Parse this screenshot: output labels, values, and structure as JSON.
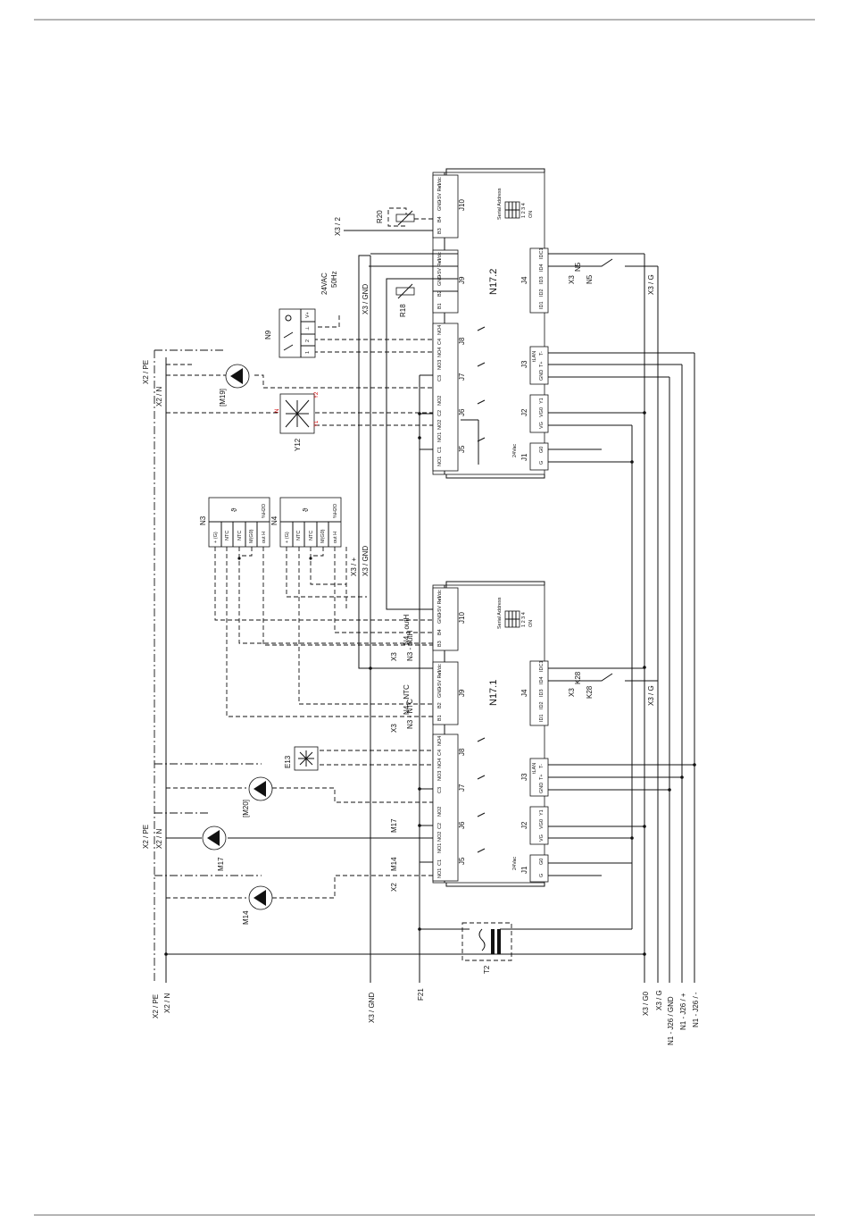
{
  "bottom_terminals": [
    "X2 / PE",
    "X2 / N",
    "X3 / GND",
    "F21",
    "X3 / G0",
    "X3 / G",
    "N1 - J26 / GND",
    "N1 - J26 / +",
    "N1 - J26 / -"
  ],
  "controllers": {
    "top": {
      "name": "N17.2",
      "j10_label": "J10",
      "j10_pins": [
        "+Vdc",
        "+5V Ref",
        "GND",
        "B4",
        "B3"
      ],
      "j9_label": "J9",
      "j9_pins": [
        "+Vdc",
        "+5V Ref",
        "GND",
        "B2",
        "B1"
      ],
      "j8_label": "J8",
      "j8_pins": [
        "NO4",
        "C4",
        "NO4"
      ],
      "j7_label": "J7",
      "j7_pins": [
        "NO3",
        "C3"
      ],
      "j6_label": "J6",
      "j6_pins": [
        "NO2",
        "C2",
        "NO2"
      ],
      "j5_label": "J5",
      "j5_pins": [
        "NO1",
        "C1",
        "NO1"
      ],
      "j4_label": "J4",
      "j4_pins": [
        "IDC1",
        "ID4",
        "ID3",
        "ID2",
        "ID1"
      ],
      "j3_label": "J3",
      "j3_pins": [
        "T-",
        "T+",
        "GND"
      ],
      "tlan": "tLAN",
      "j2_label": "J2",
      "j2_pins": [
        "Y1",
        "VG0",
        "VG"
      ],
      "j1_label": "J1",
      "j1_pins": [
        "G0",
        "G"
      ],
      "vac": "24Vac",
      "serial": "Serial Address",
      "serial_nums": "1 2 3 4",
      "on": "ON"
    },
    "bottom": {
      "name": "N17.1",
      "j10_label": "J10",
      "j10_pins": [
        "+Vdc",
        "+5V Ref",
        "GND",
        "B4",
        "B3"
      ],
      "j9_label": "J9",
      "j9_pins": [
        "+Vdc",
        "+5V Ref",
        "GND",
        "B2",
        "B1"
      ],
      "j8_label": "J8",
      "j8_pins": [
        "NO4",
        "C4",
        "NO4"
      ],
      "j7_label": "J7",
      "j7_pins": [
        "NO3",
        "C3"
      ],
      "j6_label": "J6",
      "j6_pins": [
        "NO2",
        "C2",
        "NO2"
      ],
      "j5_label": "J5",
      "j5_pins": [
        "NO1",
        "C1",
        "NO1"
      ],
      "j4_label": "J4",
      "j4_pins": [
        "IDC1",
        "ID4",
        "ID3",
        "ID2",
        "ID1"
      ],
      "j3_label": "J3",
      "j3_pins": [
        "T-",
        "T+",
        "GND"
      ],
      "tlan": "tLAN",
      "j2_label": "J2",
      "j2_pins": [
        "Y1",
        "VG0",
        "VG"
      ],
      "j1_label": "J1",
      "j1_pins": [
        "G0",
        "G"
      ],
      "vac": "24Vac",
      "serial": "Serial Address",
      "serial_nums": "1 2 3 4",
      "on": "ON"
    }
  },
  "components": {
    "m19": "[M19]",
    "m20": "[M20]",
    "m17": "M17",
    "m14": "M14",
    "y12": "Y12",
    "y12_n": "N",
    "y12_y1": "Y1",
    "y12_y2": "Y2",
    "n9": "N9",
    "n9_pins": [
      "V+",
      "⊥",
      "2",
      "1"
    ],
    "n9_supply1": "24VAC",
    "n9_supply2": "50Hz",
    "e13": "E13",
    "t2": "T2",
    "r18": "R18",
    "r20": "R20",
    "n3": "N3",
    "n4": "N4",
    "sensor_pins": [
      "+ (G)",
      "NTC",
      "NTC",
      "M(G0)",
      "out H"
    ],
    "sensor_rh": "%H2O",
    "sensor_sym": "ϑ"
  },
  "labels": {
    "x2_pe_n_top": [
      "X2 / PE",
      "X2 / N"
    ],
    "x2_pe_n_mid": [
      "X2 / PE",
      "X2 / N"
    ],
    "x3_2": "X3 / 2",
    "x3_gnd_top": "X3 / GND",
    "x3_gnd_mid": "X3 / GND",
    "x3_plus": "X3 / +",
    "x3_g_top": "X3 / G",
    "x3_g_mid": "X3 / G",
    "n5_a": "N5",
    "n5_b": "N5",
    "x3_n5": "X3",
    "k28_a": "K28",
    "k28_b": "K28",
    "x3_k28": "X3",
    "n4_outh": "N4 - outH",
    "n3_outh": "N3 - outH",
    "x3_outh": "X3",
    "n4_ntc": "N4 - NTC",
    "n3_ntc": "N3 - NTC",
    "x3_ntc": "X3",
    "x2_relays": "X2",
    "m14_relay": "M14",
    "m17_relay": "M17"
  }
}
